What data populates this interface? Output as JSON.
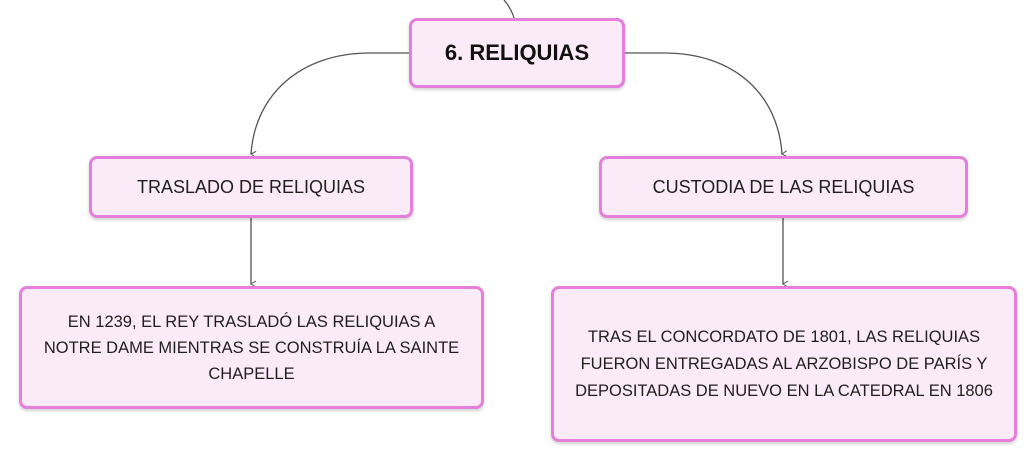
{
  "diagram": {
    "root": {
      "label": "6. RELIQUIAS"
    },
    "branches": [
      {
        "title": "TRASLADO DE RELIQUIAS",
        "detail": "EN 1239, EL REY TRASLADÓ LAS RELIQUIAS A NOTRE DAME MIENTRAS SE CONSTRUÍA LA SAINTE CHAPELLE"
      },
      {
        "title": "CUSTODIA DE LAS RELIQUIAS",
        "detail": "TRAS EL CONCORDATO DE 1801, LAS RELIQUIAS FUERON ENTREGADAS AL ARZOBISPO DE PARÍS Y DEPOSITADAS DE NUEVO EN LA CATEDRAL EN 1806"
      }
    ],
    "colors": {
      "node_fill": "#fbeaf8",
      "node_border": "#e47fdc",
      "connector": "#555555"
    }
  }
}
